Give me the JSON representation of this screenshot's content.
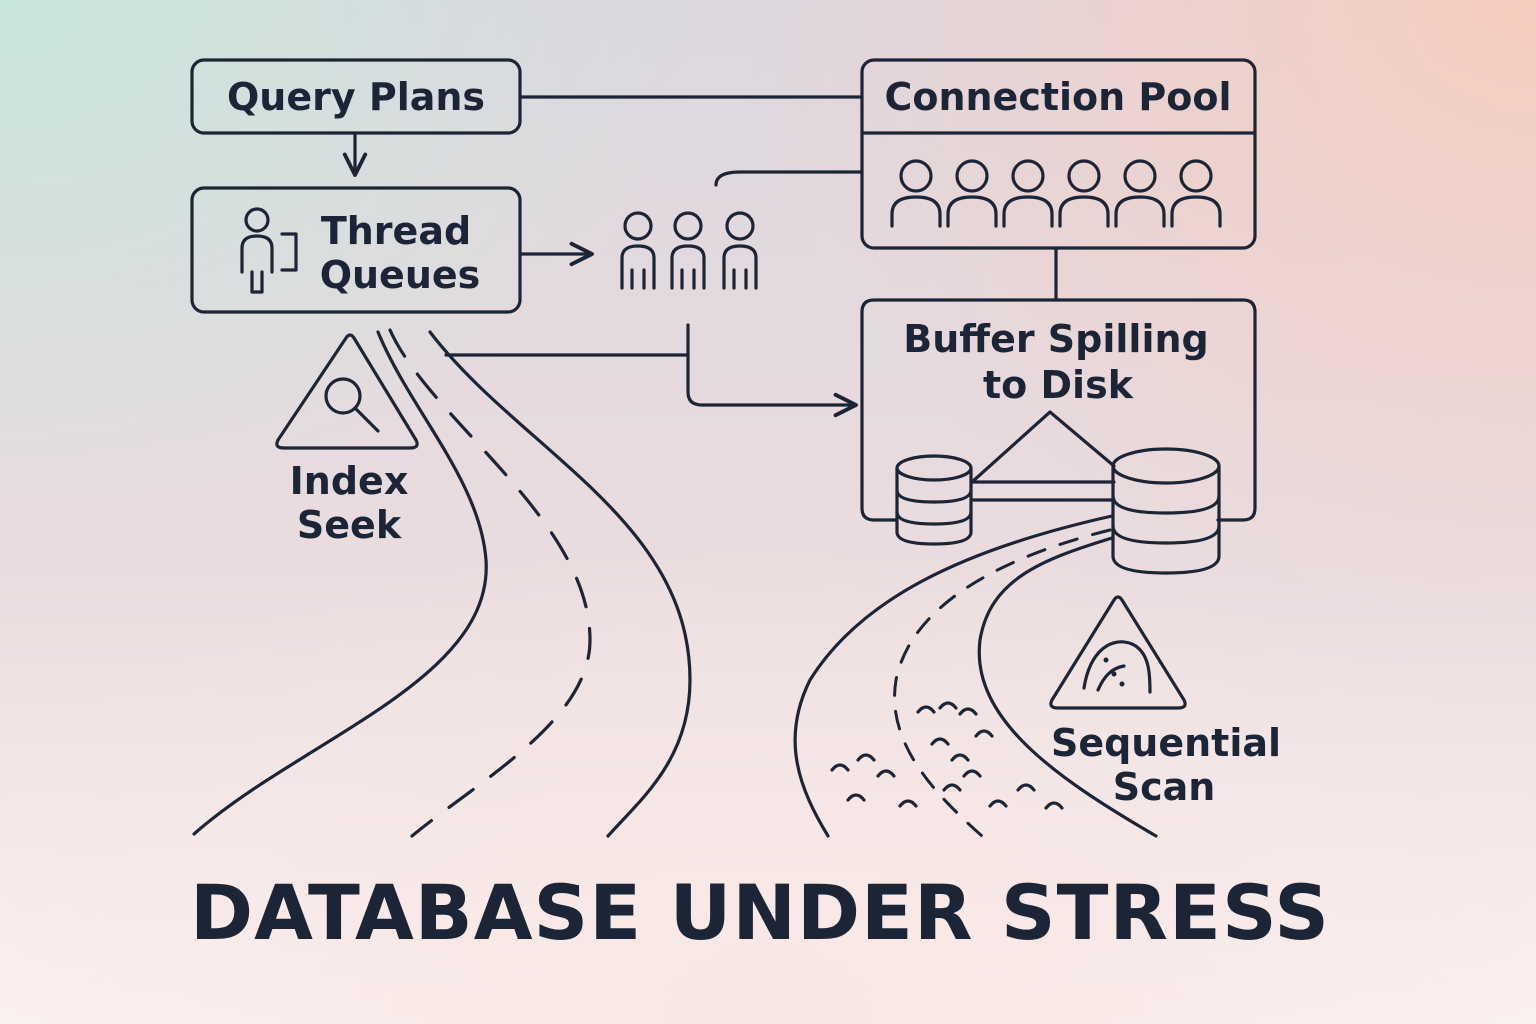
{
  "labels": {
    "query_plans": "Query Plans",
    "connection_pool": "Connection Pool",
    "thread_queues_line1": "Thread",
    "thread_queues_line2": "Queues",
    "buffer_line1": "Buffer Spilling",
    "buffer_line2": "to Disk",
    "index_line1": "Index",
    "index_line2": "Seek",
    "seq_line1": "Sequential",
    "seq_line2": "Scan"
  },
  "title": "DATABASE UNDER STRESS",
  "colors": {
    "ink": "#1c2536",
    "background_top_left": "#c9e6dc",
    "background_top_right": "#f7cdbf"
  },
  "icons": [
    "person-icon",
    "magnifier-icon",
    "warning-triangle-icon",
    "database-cylinder-icon"
  ]
}
